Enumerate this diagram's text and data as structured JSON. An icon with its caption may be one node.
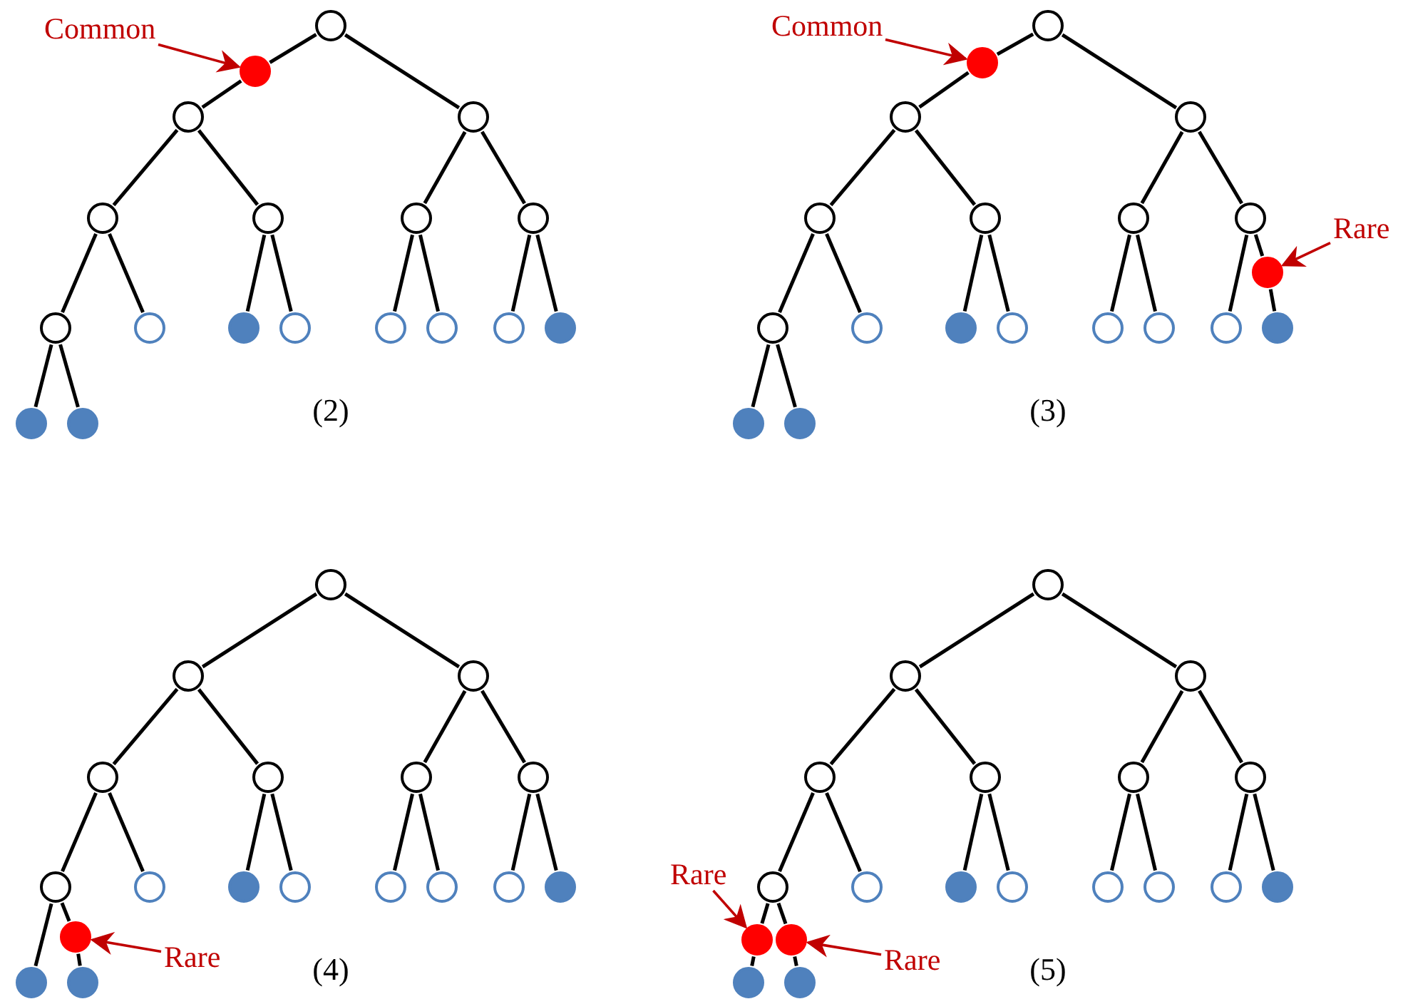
{
  "diagram": {
    "nodes": [
      {
        "text": [],
        "shape": "circle"
      },
      {
        "text": [],
        "shape": "circle"
      },
      {
        "text": [],
        "shape": "circle"
      },
      {
        "text": [],
        "shape": "circle"
      },
      {
        "text": [],
        "shape": "circle"
      },
      {
        "text": [],
        "shape": "circle"
      },
      {
        "text": [],
        "shape": "circle"
      },
      {
        "text": [],
        "shape": "circle"
      },
      {
        "text": [],
        "shape": "circle"
      },
      {
        "text": [],
        "shape": "circle"
      },
      {
        "text": [],
        "shape": "circle"
      },
      {
        "text": [],
        "shape": "circle"
      },
      {
        "text": [],
        "shape": "circle"
      },
      {
        "text": [],
        "shape": "circle"
      },
      {
        "text": [],
        "shape": "circle"
      },
      {
        "text": [],
        "shape": "circle"
      },
      {
        "text": [],
        "shape": "circle"
      },
      {
        "text": [],
        "shape": "circle"
      },
      {
        "text": [
          "Common"
        ]
      },
      {
        "text": [],
        "shape": "circle"
      },
      {
        "text": [],
        "shape": "circle"
      },
      {
        "text": [],
        "shape": "circle"
      },
      {
        "text": [],
        "shape": "circle"
      },
      {
        "text": [],
        "shape": "circle"
      },
      {
        "text": [],
        "shape": "circle"
      },
      {
        "text": [],
        "shape": "circle"
      },
      {
        "text": [],
        "shape": "circle"
      },
      {
        "text": [],
        "shape": "circle"
      },
      {
        "text": [],
        "shape": "circle"
      },
      {
        "text": [],
        "shape": "circle"
      },
      {
        "text": [],
        "shape": "circle"
      },
      {
        "text": [],
        "shape": "circle"
      },
      {
        "text": [],
        "shape": "circle"
      },
      {
        "text": [],
        "shape": "circle"
      },
      {
        "text": [],
        "shape": "circle"
      },
      {
        "text": [],
        "shape": "circle"
      },
      {
        "text": [],
        "shape": "circle"
      },
      {
        "text": [
          "Common"
        ]
      },
      {
        "text": [],
        "shape": "circle"
      },
      {
        "text": [
          "Rare"
        ]
      },
      {
        "text": [],
        "shape": "circle"
      },
      {
        "text": [],
        "shape": "circle"
      },
      {
        "text": [],
        "shape": "circle"
      },
      {
        "text": [],
        "shape": "circle"
      },
      {
        "text": [],
        "shape": "circle"
      },
      {
        "text": [],
        "shape": "circle"
      },
      {
        "text": [],
        "shape": "circle"
      },
      {
        "text": [],
        "shape": "circle"
      },
      {
        "text": [],
        "shape": "circle"
      },
      {
        "text": [],
        "shape": "circle"
      },
      {
        "text": [],
        "shape": "circle"
      },
      {
        "text": [],
        "shape": "circle"
      },
      {
        "text": [],
        "shape": "circle"
      },
      {
        "text": [],
        "shape": "circle"
      },
      {
        "text": [],
        "shape": "circle"
      },
      {
        "text": [],
        "shape": "circle"
      },
      {
        "text": [],
        "shape": "circle"
      },
      {
        "text": [],
        "shape": "circle"
      },
      {
        "text": [
          "Rare"
        ]
      },
      {
        "text": [],
        "shape": "circle"
      },
      {
        "text": [],
        "shape": "circle"
      },
      {
        "text": [],
        "shape": "circle"
      },
      {
        "text": [],
        "shape": "circle"
      },
      {
        "text": [],
        "shape": "circle"
      },
      {
        "text": [],
        "shape": "circle"
      },
      {
        "text": [],
        "shape": "circle"
      },
      {
        "text": [],
        "shape": "circle"
      },
      {
        "text": [],
        "shape": "circle"
      },
      {
        "text": [],
        "shape": "circle"
      },
      {
        "text": [],
        "shape": "circle"
      },
      {
        "text": [],
        "shape": "circle"
      },
      {
        "text": [],
        "shape": "circle"
      },
      {
        "text": [],
        "shape": "circle"
      },
      {
        "text": [],
        "shape": "circle"
      },
      {
        "text": [],
        "shape": "circle"
      },
      {
        "text": [],
        "shape": "circle"
      },
      {
        "text": [],
        "shape": "circle"
      },
      {
        "text": [],
        "shape": "circle"
      },
      {
        "text": [
          "Rare"
        ]
      },
      {
        "text": [
          "Rare"
        ]
      }
    ],
    "edges": [
      {
        "from": 0,
        "to": 17,
        "arrow": "none"
      },
      {
        "from": 17,
        "to": 1,
        "arrow": "none"
      },
      {
        "from": 0,
        "to": 2,
        "arrow": "none"
      },
      {
        "from": 1,
        "to": 3,
        "arrow": "none"
      },
      {
        "from": 1,
        "to": 4,
        "arrow": "none"
      },
      {
        "from": 2,
        "to": 5,
        "arrow": "none"
      },
      {
        "from": 2,
        "to": 6,
        "arrow": "none"
      },
      {
        "from": 3,
        "to": 7,
        "arrow": "none"
      },
      {
        "from": 3,
        "to": 8,
        "arrow": "none"
      },
      {
        "from": 4,
        "to": 9,
        "arrow": "none"
      },
      {
        "from": 4,
        "to": 10,
        "arrow": "none"
      },
      {
        "from": 5,
        "to": 11,
        "arrow": "none"
      },
      {
        "from": 5,
        "to": 12,
        "arrow": "none"
      },
      {
        "from": 6,
        "to": 13,
        "arrow": "none"
      },
      {
        "from": 6,
        "to": 14,
        "arrow": "none"
      },
      {
        "from": 7,
        "to": 15,
        "arrow": "none"
      },
      {
        "from": 7,
        "to": 16,
        "arrow": "none"
      },
      {
        "from": 18,
        "to": 17,
        "arrow": "to",
        "color": "#c00000"
      },
      {
        "from": 19,
        "to": 36,
        "arrow": "none"
      },
      {
        "from": 36,
        "to": 20,
        "arrow": "none"
      },
      {
        "from": 19,
        "to": 21,
        "arrow": "none"
      },
      {
        "from": 20,
        "to": 22,
        "arrow": "none"
      },
      {
        "from": 20,
        "to": 23,
        "arrow": "none"
      },
      {
        "from": 21,
        "to": 24,
        "arrow": "none"
      },
      {
        "from": 21,
        "to": 25,
        "arrow": "none"
      },
      {
        "from": 22,
        "to": 26,
        "arrow": "none"
      },
      {
        "from": 22,
        "to": 27,
        "arrow": "none"
      },
      {
        "from": 23,
        "to": 28,
        "arrow": "none"
      },
      {
        "from": 23,
        "to": 29,
        "arrow": "none"
      },
      {
        "from": 24,
        "to": 30,
        "arrow": "none"
      },
      {
        "from": 24,
        "to": 31,
        "arrow": "none"
      },
      {
        "from": 25,
        "to": 32,
        "arrow": "none"
      },
      {
        "from": 25,
        "to": 38,
        "arrow": "none"
      },
      {
        "from": 38,
        "to": 33,
        "arrow": "none"
      },
      {
        "from": 26,
        "to": 34,
        "arrow": "none"
      },
      {
        "from": 26,
        "to": 35,
        "arrow": "none"
      },
      {
        "from": 37,
        "to": 36,
        "arrow": "to",
        "color": "#c00000"
      },
      {
        "from": 39,
        "to": 38,
        "arrow": "to",
        "color": "#c00000"
      },
      {
        "from": 40,
        "to": 41,
        "arrow": "none"
      },
      {
        "from": 40,
        "to": 42,
        "arrow": "none"
      },
      {
        "from": 41,
        "to": 43,
        "arrow": "none"
      },
      {
        "from": 41,
        "to": 44,
        "arrow": "none"
      },
      {
        "from": 42,
        "to": 45,
        "arrow": "none"
      },
      {
        "from": 42,
        "to": 46,
        "arrow": "none"
      },
      {
        "from": 43,
        "to": 47,
        "arrow": "none"
      },
      {
        "from": 43,
        "to": 48,
        "arrow": "none"
      },
      {
        "from": 44,
        "to": 49,
        "arrow": "none"
      },
      {
        "from": 44,
        "to": 50,
        "arrow": "none"
      },
      {
        "from": 45,
        "to": 51,
        "arrow": "none"
      },
      {
        "from": 45,
        "to": 52,
        "arrow": "none"
      },
      {
        "from": 46,
        "to": 53,
        "arrow": "none"
      },
      {
        "from": 46,
        "to": 54,
        "arrow": "none"
      },
      {
        "from": 47,
        "to": 55,
        "arrow": "none"
      },
      {
        "from": 47,
        "to": 57,
        "arrow": "none"
      },
      {
        "from": 57,
        "to": 56,
        "arrow": "none"
      },
      {
        "from": 58,
        "to": 57,
        "arrow": "to",
        "color": "#c00000"
      },
      {
        "from": 59,
        "to": 60,
        "arrow": "none"
      },
      {
        "from": 59,
        "to": 61,
        "arrow": "none"
      },
      {
        "from": 60,
        "to": 62,
        "arrow": "none"
      },
      {
        "from": 60,
        "to": 63,
        "arrow": "none"
      },
      {
        "from": 61,
        "to": 64,
        "arrow": "none"
      },
      {
        "from": 61,
        "to": 65,
        "arrow": "none"
      },
      {
        "from": 62,
        "to": 66,
        "arrow": "none"
      },
      {
        "from": 62,
        "to": 67,
        "arrow": "none"
      },
      {
        "from": 63,
        "to": 68,
        "arrow": "none"
      },
      {
        "from": 63,
        "to": 69,
        "arrow": "none"
      },
      {
        "from": 64,
        "to": 70,
        "arrow": "none"
      },
      {
        "from": 64,
        "to": 71,
        "arrow": "none"
      },
      {
        "from": 65,
        "to": 72,
        "arrow": "none"
      },
      {
        "from": 65,
        "to": 73,
        "arrow": "none"
      },
      {
        "from": 66,
        "to": 76,
        "arrow": "none"
      },
      {
        "from": 76,
        "to": 74,
        "arrow": "none"
      },
      {
        "from": 66,
        "to": 77,
        "arrow": "none"
      },
      {
        "from": 77,
        "to": 75,
        "arrow": "none"
      },
      {
        "from": 78,
        "to": 76,
        "arrow": "to",
        "color": "#c00000"
      },
      {
        "from": 79,
        "to": 77,
        "arrow": "to",
        "color": "#c00000"
      }
    ],
    "labels": [
      "(2)",
      "(3)",
      "(4)",
      "(5)"
    ]
  }
}
